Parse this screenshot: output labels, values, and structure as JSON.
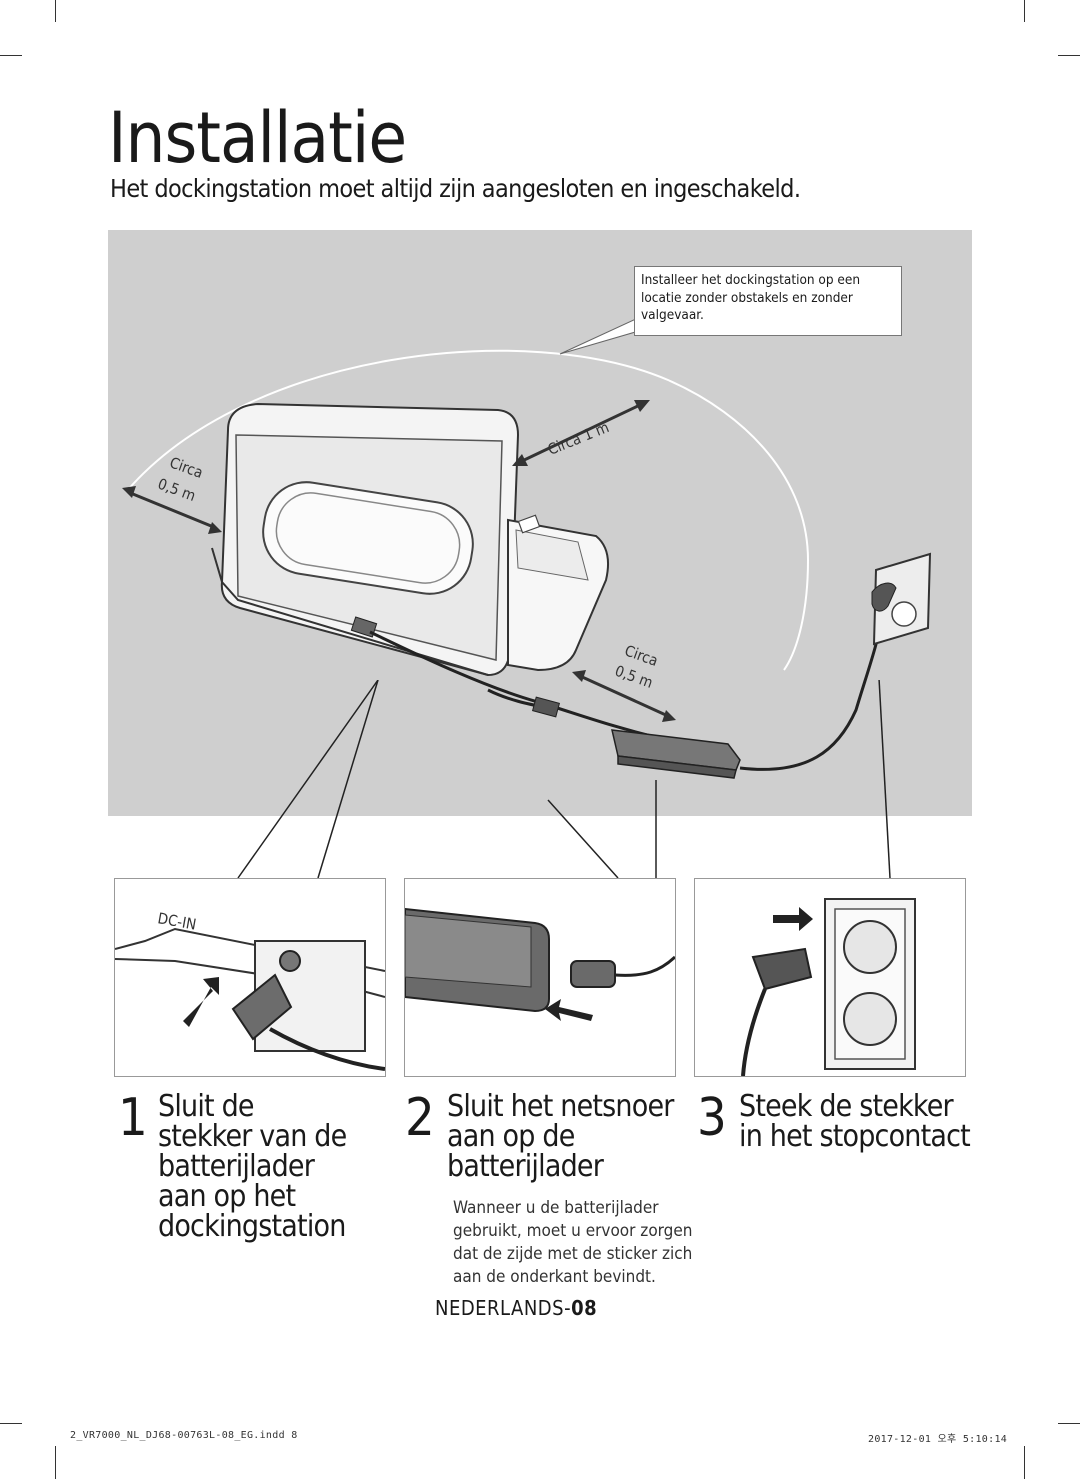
{
  "title": "Installatie",
  "subtitle": "Het dockingstation moet altijd zijn aangesloten en ingeschakeld.",
  "callout": "Installeer het dockingstation op een locatie zonder obstakels en zonder valgevaar.",
  "labels": {
    "circa_top": "Circa 1 m",
    "circa_left_1": "Circa",
    "circa_left_2": "0,5 m",
    "circa_right_1": "Circa",
    "circa_right_2": "0,5 m",
    "dc_in": "DC-IN"
  },
  "steps": [
    {
      "number": "1",
      "lines": [
        "Sluit de",
        "stekker van de",
        "batterijlader",
        "aan op het",
        "dockingstation"
      ]
    },
    {
      "number": "2",
      "lines": [
        "Sluit het netsnoer",
        "aan op de",
        "batterijlader"
      ],
      "note": "Wanneer u de batterijlader gebruikt, moet u ervoor zorgen dat de zijde met de sticker zich aan de onderkant bevindt."
    },
    {
      "number": "3",
      "lines": [
        "Steek de stekker",
        "in het stopcontact"
      ]
    }
  ],
  "footer": {
    "page_prefix": "NEDERLANDS-",
    "page_number": "08",
    "file": "2_VR7000_NL_DJ68-00763L-08_EG.indd   8",
    "date": "2017-12-01   오후 5:10:14"
  }
}
